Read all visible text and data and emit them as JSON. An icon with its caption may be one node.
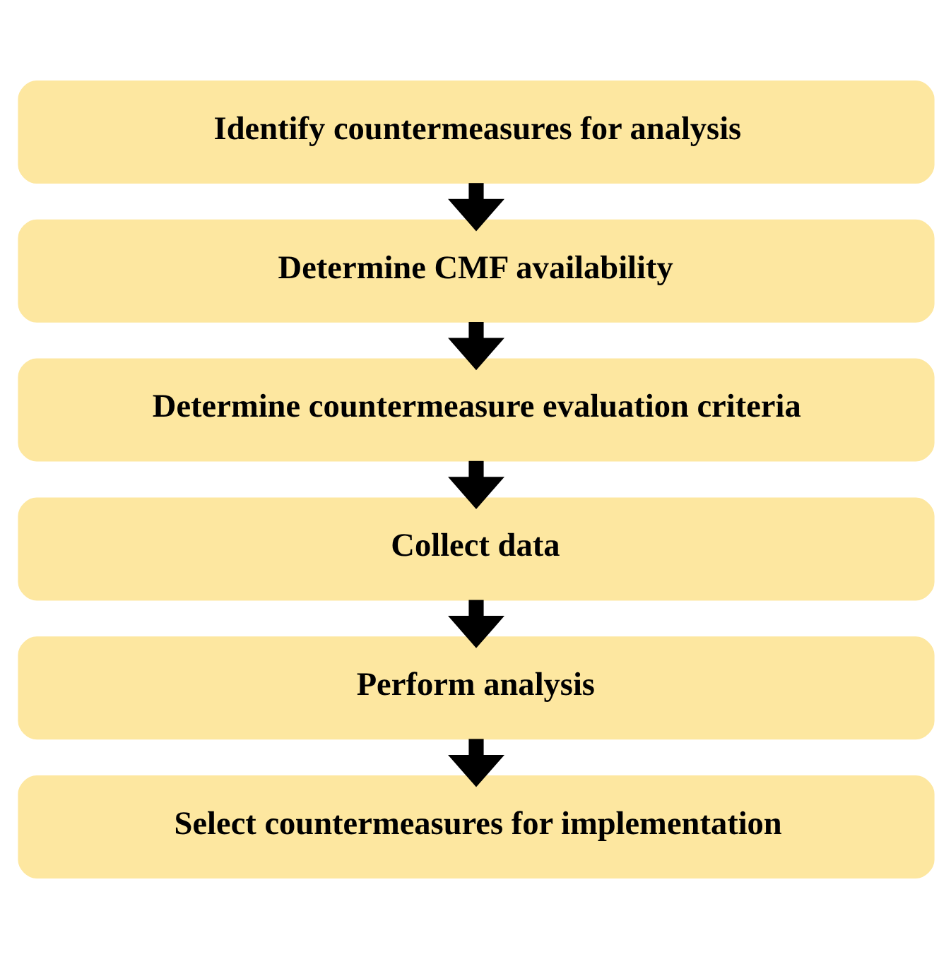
{
  "diagram": {
    "nodes": [
      {
        "text": [
          "Identify countermeasures for analysis"
        ]
      },
      {
        "text": [
          "Determine CMF availability"
        ]
      },
      {
        "text": [
          "Determine countermeasure evaluation criteria"
        ]
      },
      {
        "text": [
          "Collect data"
        ]
      },
      {
        "text": [
          "Perform analysis"
        ]
      },
      {
        "text": [
          "Select countermeasures for implementation"
        ]
      }
    ],
    "edges": [
      {
        "from": 0,
        "to": 1,
        "arrow": "to"
      },
      {
        "from": 1,
        "to": 2,
        "arrow": "to"
      },
      {
        "from": 2,
        "to": 3,
        "arrow": "to"
      },
      {
        "from": 3,
        "to": 4,
        "arrow": "to"
      },
      {
        "from": 4,
        "to": 5,
        "arrow": "to"
      }
    ]
  }
}
